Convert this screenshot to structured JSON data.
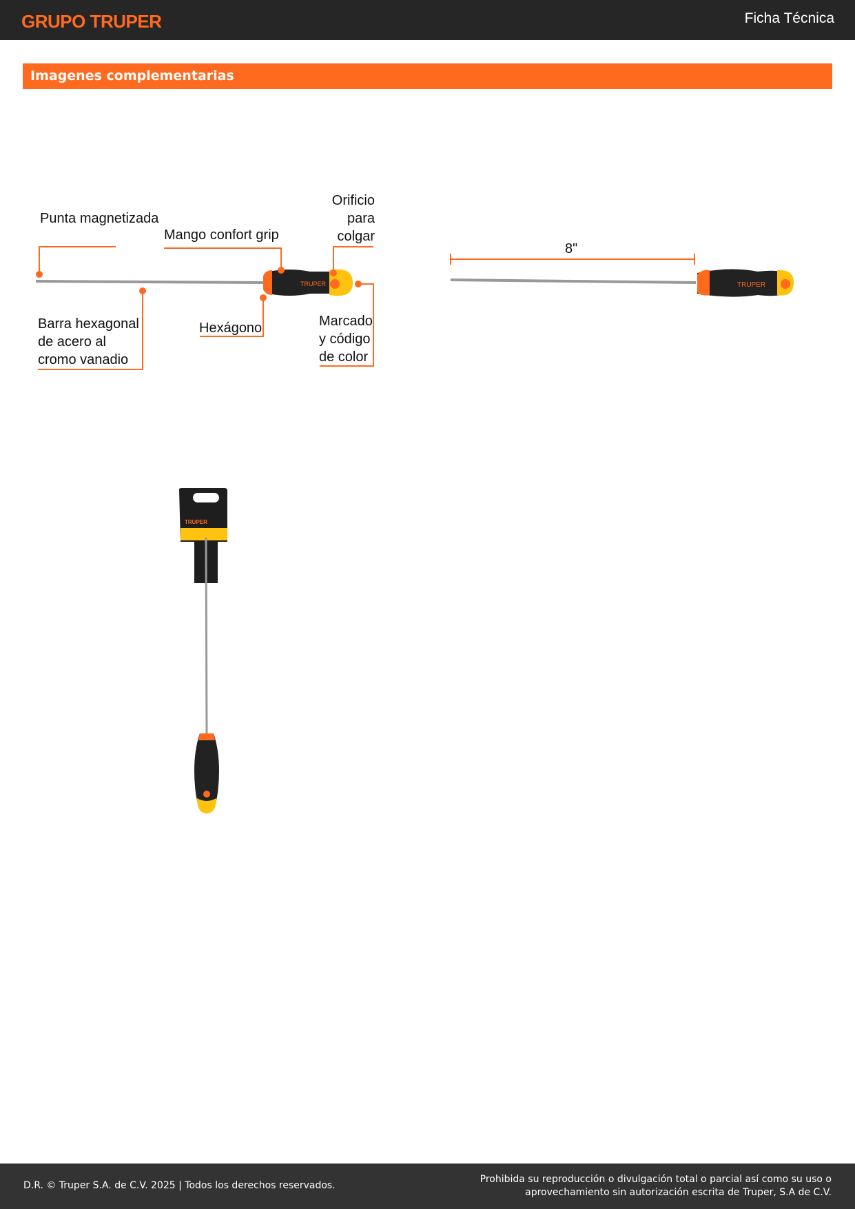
{
  "header": {
    "logo": "GRUPO TRUPER",
    "title": "Ficha Técnica"
  },
  "section": {
    "title": "Imagenes complementarias"
  },
  "diagram": {
    "callouts": {
      "tip": "Punta magnetizada",
      "grip": "Mango confort grip",
      "hole": [
        "Orificio",
        "para",
        "colgar"
      ],
      "bar": [
        "Barra hexagonal",
        "de acero al",
        "cromo vanadio"
      ],
      "hex": "Hexágono",
      "mark": [
        "Marcado",
        "y código",
        "de color"
      ]
    },
    "dimension": "8\"",
    "brand_on_handle": "TRUPER"
  },
  "colors": {
    "accent": "#ff6a1f",
    "dark": "#262626",
    "yellow": "#ffc20e"
  },
  "footer": {
    "left": "D.R. © Truper S.A. de C.V. 2025 | Todos los derechos reservados.",
    "right": [
      "Prohibida su reproducción o divulgación total o parcial así como su uso o",
      "aprovechamiento sin autorización escrita de Truper, S.A de C.V."
    ]
  }
}
